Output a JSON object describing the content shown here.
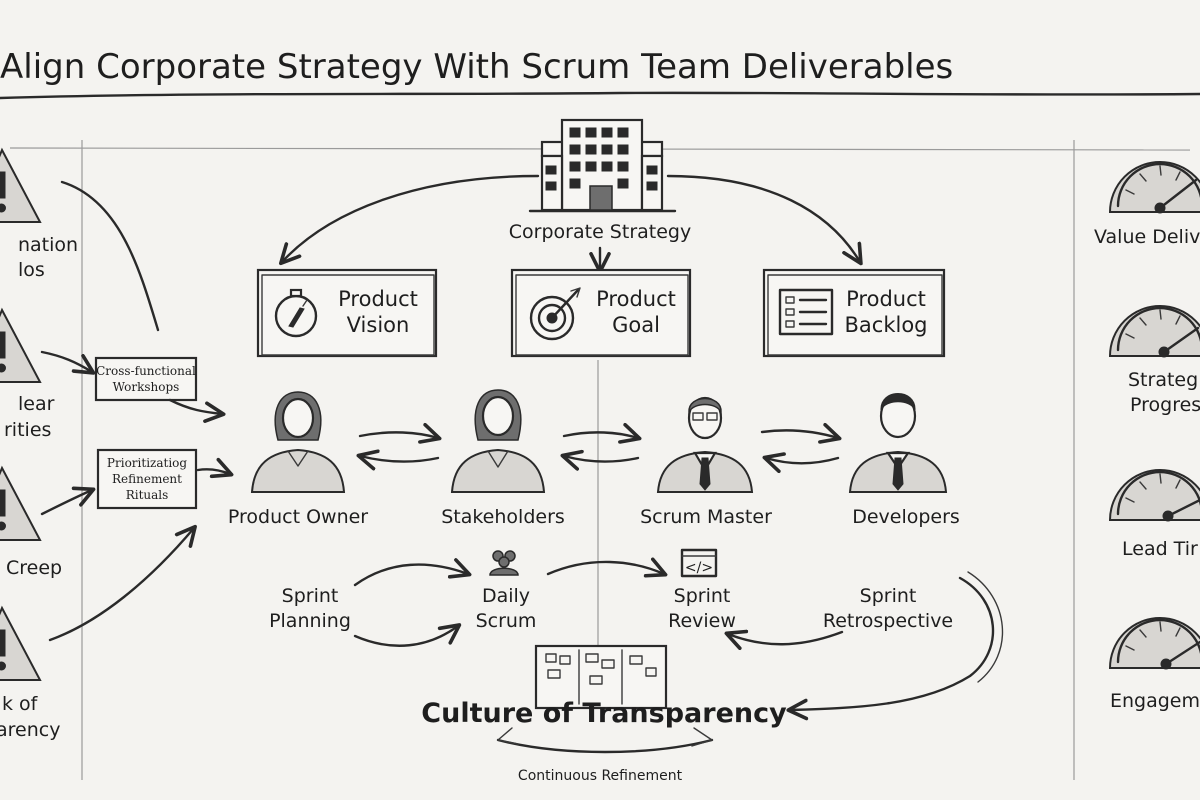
{
  "title": "Align Corporate Strategy With Scrum Team Deliverables",
  "corporate_strategy": "Corporate Strategy",
  "artifacts": [
    {
      "line1": "Product",
      "line2": "Vision",
      "icon": "compass-icon"
    },
    {
      "line1": "Product",
      "line2": "Goal",
      "icon": "target-icon"
    },
    {
      "line1": "Product",
      "line2": "Backlog",
      "icon": "backlog-list-icon"
    }
  ],
  "roles": [
    {
      "label": "Product Owner",
      "icon": "female-person-icon"
    },
    {
      "label": "Stakeholders",
      "icon": "female-person-icon"
    },
    {
      "label": "Scrum Master",
      "icon": "male-person-glasses-icon"
    },
    {
      "label": "Developers",
      "icon": "male-person-icon"
    }
  ],
  "events": [
    {
      "line1": "Sprint",
      "line2": "Planning"
    },
    {
      "line1": "Daily",
      "line2": "Scrum"
    },
    {
      "line1": "Sprint",
      "line2": "Review"
    },
    {
      "line1": "Sprint",
      "line2": "Retrospective"
    }
  ],
  "challenges": [
    {
      "line1": "nation",
      "line2": "los"
    },
    {
      "line1": "lear",
      "line2": "rities"
    },
    {
      "line1": "Creep",
      "line2": ""
    },
    {
      "line1": "k of",
      "line2": "arency"
    }
  ],
  "practices": [
    {
      "line1": "Cross-functional",
      "line2": "Workshops",
      "line3": ""
    },
    {
      "line1": "Prioritizatiog",
      "line2": "Refinement",
      "line3": "Rituals"
    }
  ],
  "metrics": [
    {
      "line1": "Value Deliv",
      "line2": ""
    },
    {
      "line1": "Strateg",
      "line2": "Progres"
    },
    {
      "line1": "Lead Tir",
      "line2": ""
    },
    {
      "line1": "Engagem",
      "line2": ""
    }
  ],
  "culture": "Culture of Transparency",
  "continuous": "Continuous Refinement",
  "review_icon_text": "</>"
}
